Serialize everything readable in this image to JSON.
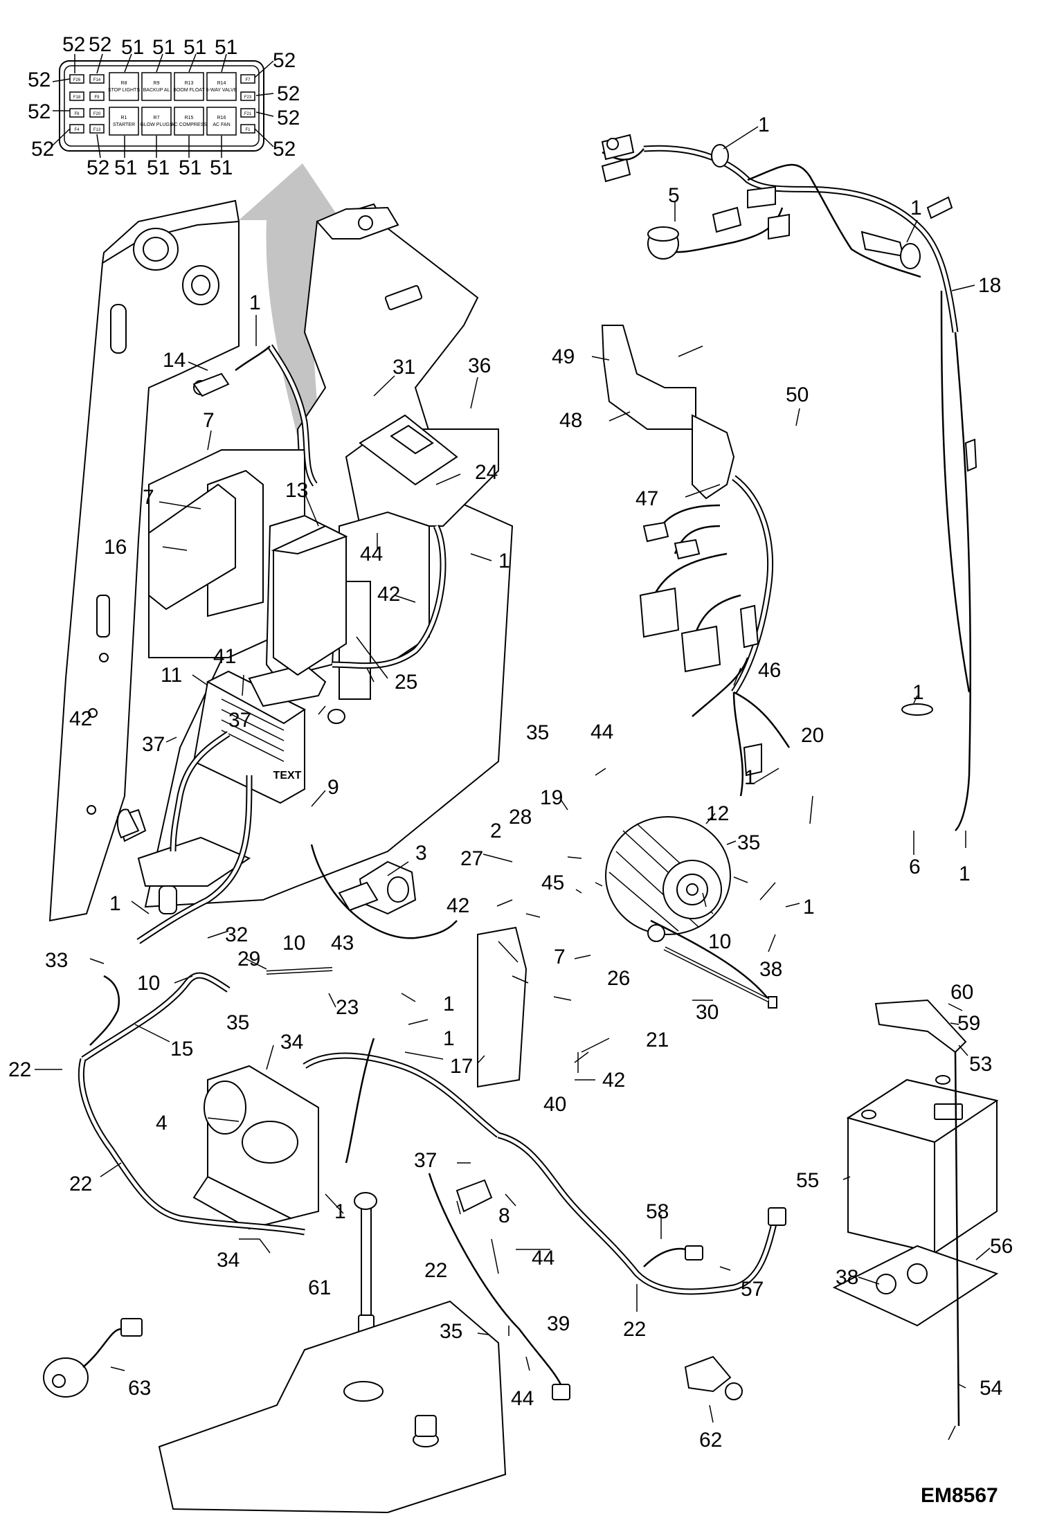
{
  "diagram_code": "EM8567",
  "fuse_relay_panel": {
    "relays": [
      {
        "id": "R8",
        "name": "STOP LIGHTS"
      },
      {
        "id": "R9",
        "name": "BACKUP AL"
      },
      {
        "id": "R13",
        "name": "BOOM FLOAT"
      },
      {
        "id": "R14",
        "name": "6-WAY VALVE"
      },
      {
        "id": "R1",
        "name": "STARTER"
      },
      {
        "id": "R7",
        "name": "GLOW PLUGS"
      },
      {
        "id": "R15",
        "name": "AC COMPRESS"
      },
      {
        "id": "R16",
        "name": "AC FAN"
      }
    ],
    "fuses": [
      "F26",
      "F14",
      "F18",
      "F9",
      "F8",
      "F20",
      "F4",
      "F13",
      "F7",
      "F23",
      "F21",
      "F1"
    ],
    "callouts": [
      "52",
      "52",
      "51",
      "51",
      "51",
      "51",
      "52",
      "52",
      "52",
      "52",
      "52",
      "52",
      "52",
      "52",
      "51",
      "51",
      "51",
      "51",
      "52"
    ]
  },
  "module_label": "TEXT",
  "part_callouts": [
    "1",
    "1",
    "1",
    "1",
    "1",
    "1",
    "1",
    "1",
    "1",
    "1",
    "1",
    "1",
    "1",
    "1",
    "2",
    "3",
    "4",
    "5",
    "6",
    "7",
    "7",
    "7",
    "8",
    "9",
    "10",
    "10",
    "10",
    "11",
    "12",
    "13",
    "14",
    "15",
    "16",
    "17",
    "18",
    "19",
    "20",
    "21",
    "22",
    "22",
    "22",
    "22",
    "22",
    "23",
    "24",
    "25",
    "26",
    "27",
    "28",
    "29",
    "30",
    "31",
    "32",
    "33",
    "34",
    "34",
    "35",
    "35",
    "35",
    "35",
    "36",
    "37",
    "37",
    "37",
    "38",
    "38",
    "39",
    "40",
    "41",
    "42",
    "42",
    "42",
    "42",
    "43",
    "44",
    "44",
    "44",
    "44",
    "45",
    "46",
    "47",
    "48",
    "49",
    "50",
    "53",
    "54",
    "55",
    "56",
    "57",
    "58",
    "59",
    "60",
    "61",
    "62",
    "63"
  ]
}
